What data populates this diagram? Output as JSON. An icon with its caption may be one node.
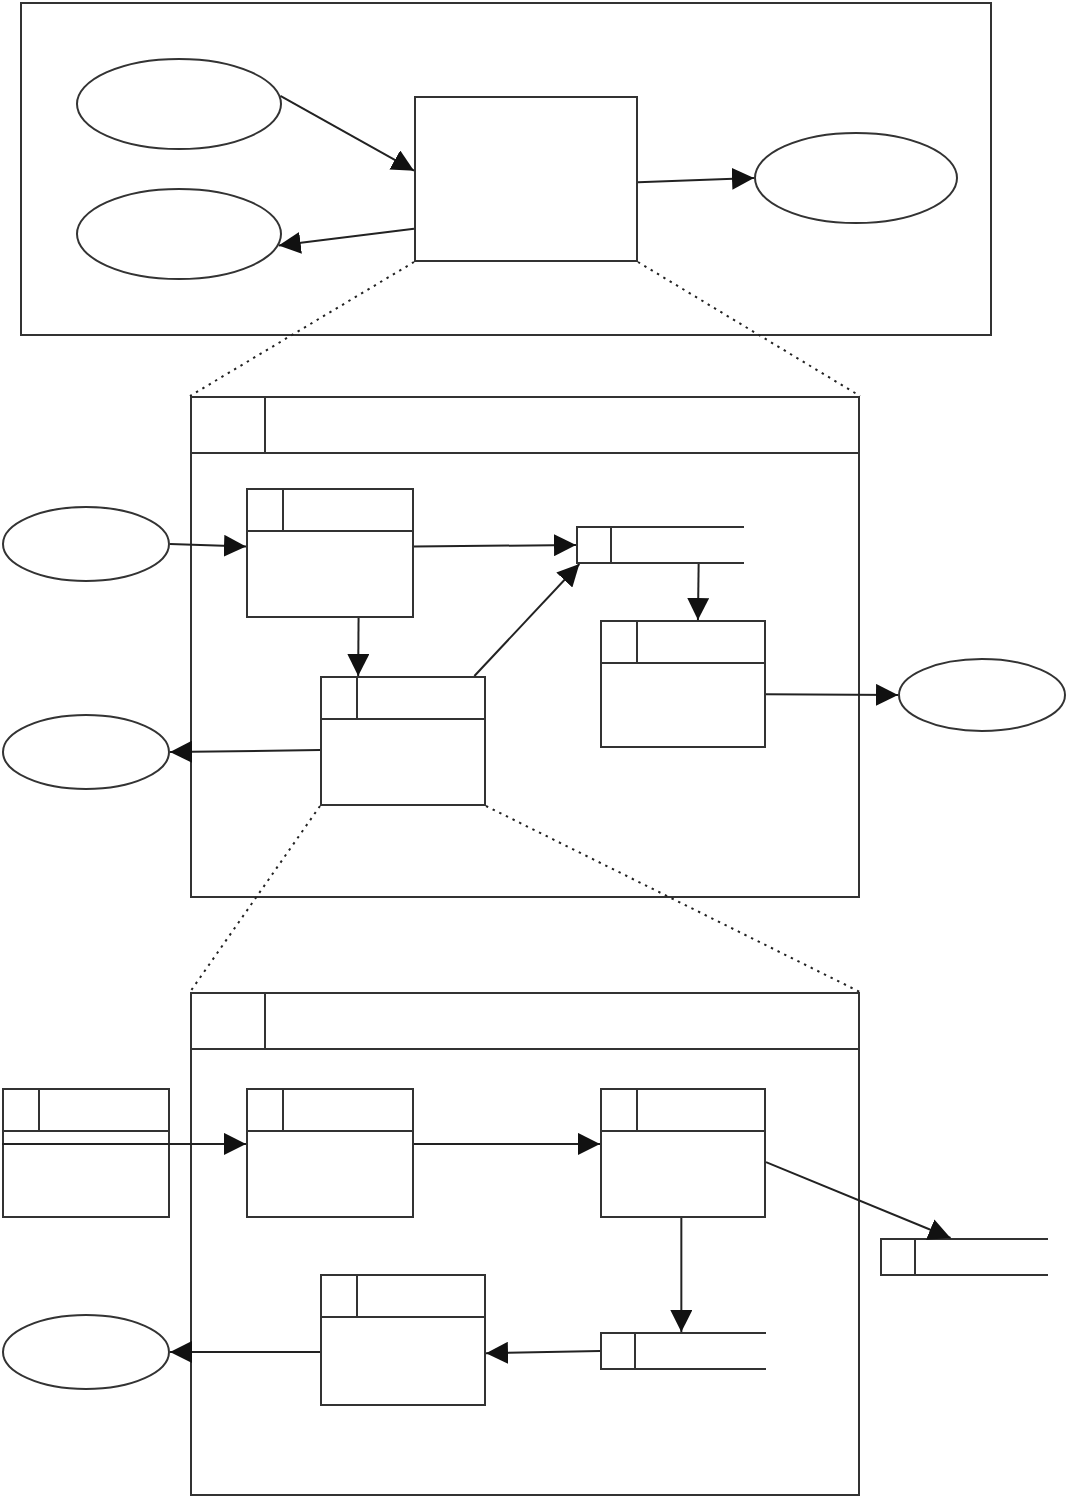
{
  "diagram": {
    "nodes": [
      {
        "text": [],
        "shape": "box"
      },
      {
        "text": [],
        "shape": "ellipse",
        "in": 0
      },
      {
        "text": [],
        "shape": "ellipse",
        "in": 0
      },
      {
        "text": [],
        "shape": "box",
        "in": 0
      },
      {
        "text": [],
        "shape": "ellipse",
        "in": 0
      },
      {
        "text": [],
        "shape": "panel"
      },
      {
        "text": [],
        "shape": "process",
        "in": 5
      },
      {
        "text": [],
        "shape": "store",
        "in": 5
      },
      {
        "text": [],
        "shape": "process",
        "in": 5
      },
      {
        "text": [],
        "shape": "process",
        "in": 5
      },
      {
        "text": [],
        "shape": "ellipse"
      },
      {
        "text": [],
        "shape": "ellipse"
      },
      {
        "text": [],
        "shape": "ellipse"
      },
      {
        "text": [],
        "shape": "panel"
      },
      {
        "text": [],
        "shape": "process",
        "in": 13
      },
      {
        "text": [],
        "shape": "process",
        "in": 13
      },
      {
        "text": [],
        "shape": "store",
        "in": 13
      },
      {
        "text": [],
        "shape": "process",
        "in": 13
      },
      {
        "text": [],
        "shape": "process"
      },
      {
        "text": [],
        "shape": "ellipse"
      },
      {
        "text": [],
        "shape": "store"
      }
    ],
    "edges": [
      {
        "from": 1,
        "to": 3,
        "arrow": "to"
      },
      {
        "from": 3,
        "to": 2,
        "arrow": "to"
      },
      {
        "from": 3,
        "to": 4,
        "arrow": "to"
      },
      {
        "from": 3,
        "to": 5,
        "arrow": "none",
        "style": "dashed"
      },
      {
        "from": 3,
        "to": 5,
        "arrow": "none",
        "style": "dashed"
      },
      {
        "from": 10,
        "to": 6,
        "arrow": "to"
      },
      {
        "from": 6,
        "to": 7,
        "arrow": "to"
      },
      {
        "from": 6,
        "to": 8,
        "arrow": "to"
      },
      {
        "from": 8,
        "to": 7,
        "arrow": "to"
      },
      {
        "from": 7,
        "to": 9,
        "arrow": "to"
      },
      {
        "from": 9,
        "to": 12,
        "arrow": "to"
      },
      {
        "from": 8,
        "to": 11,
        "arrow": "to"
      },
      {
        "from": 8,
        "to": 13,
        "arrow": "none",
        "style": "dashed"
      },
      {
        "from": 8,
        "to": 13,
        "arrow": "none",
        "style": "dashed"
      },
      {
        "from": 18,
        "to": 14,
        "arrow": "to"
      },
      {
        "from": 14,
        "to": 15,
        "arrow": "to"
      },
      {
        "from": 15,
        "to": 20,
        "arrow": "to"
      },
      {
        "from": 15,
        "to": 16,
        "arrow": "to"
      },
      {
        "from": 16,
        "to": 17,
        "arrow": "to"
      },
      {
        "from": 17,
        "to": 19,
        "arrow": "to"
      }
    ]
  }
}
